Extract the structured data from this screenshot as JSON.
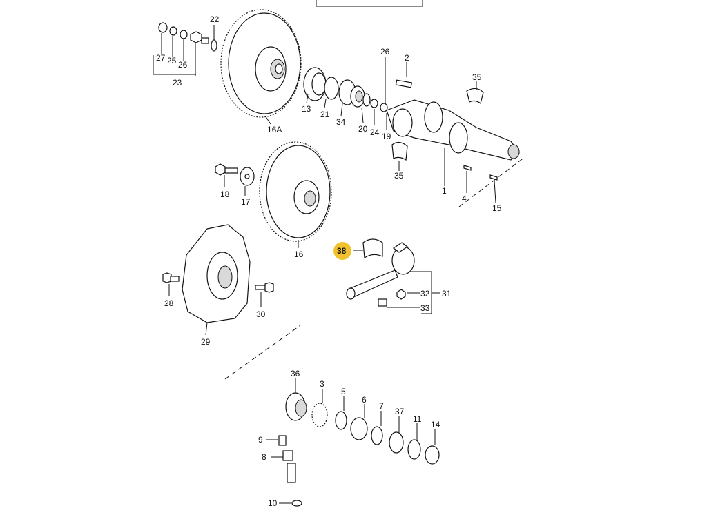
{
  "diagram": {
    "highlighted": "38",
    "labels": {
      "l1": "1",
      "l2": "2",
      "l3": "3",
      "l4": "4",
      "l5": "5",
      "l6": "6",
      "l7": "7",
      "l8": "8",
      "l9": "9",
      "l10": "10",
      "l11": "11",
      "l13": "13",
      "l14": "14",
      "l15": "15",
      "l16": "16",
      "l16A": "16A",
      "l17": "17",
      "l18": "18",
      "l19": "19",
      "l20": "20",
      "l21": "21",
      "l22": "22",
      "l23": "23",
      "l24": "24",
      "l25": "25",
      "l26a": "26",
      "l26b": "26",
      "l27": "27",
      "l28": "28",
      "l29": "29",
      "l30": "30",
      "l31": "31",
      "l32": "32",
      "l33": "33",
      "l34": "34",
      "l35a": "35",
      "l35b": "35",
      "l36": "36",
      "l37": "37",
      "l38": "38"
    }
  }
}
